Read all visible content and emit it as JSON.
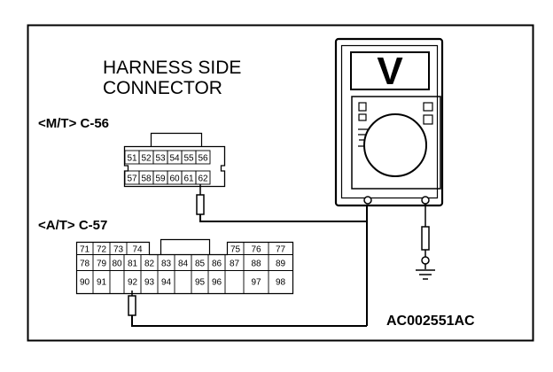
{
  "header": {
    "line1": "HARNESS SIDE",
    "line2": "CONNECTOR"
  },
  "connector_mt": {
    "label": "<M/T> C-56",
    "row1": [
      "51",
      "52",
      "53",
      "54",
      "55",
      "56"
    ],
    "row2": [
      "57",
      "58",
      "59",
      "60",
      "61",
      "62"
    ]
  },
  "connector_at": {
    "label": "<A/T> C-57",
    "row1_left": [
      "71",
      "72",
      "73",
      "74"
    ],
    "row1_right": [
      "75",
      "76",
      "77"
    ],
    "row2_left": [
      "78",
      "79",
      "80",
      "81",
      "82",
      "83",
      "84",
      "85",
      "86",
      "87"
    ],
    "row2_right": [
      "88",
      "89"
    ],
    "row3_a": [
      "90",
      "91"
    ],
    "row3_b": [
      "92",
      "93",
      "94"
    ],
    "row3_c": [
      "95",
      "96"
    ],
    "row3_d": [
      "97",
      "98"
    ]
  },
  "meter": {
    "mode_symbol": "V"
  },
  "figure_code": "AC002551AC"
}
